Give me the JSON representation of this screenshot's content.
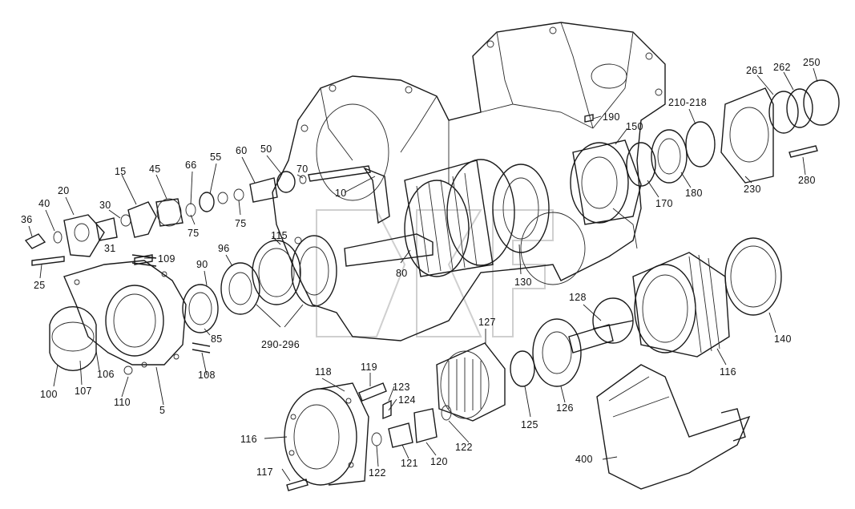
{
  "diagram": {
    "labels": [
      {
        "id": "p36",
        "text": "36"
      },
      {
        "id": "p40",
        "text": "40"
      },
      {
        "id": "p20",
        "text": "20"
      },
      {
        "id": "p30",
        "text": "30"
      },
      {
        "id": "p31",
        "text": "31"
      },
      {
        "id": "p15",
        "text": "15"
      },
      {
        "id": "p45",
        "text": "45"
      },
      {
        "id": "p66",
        "text": "66"
      },
      {
        "id": "p55",
        "text": "55"
      },
      {
        "id": "p60",
        "text": "60"
      },
      {
        "id": "p50",
        "text": "50"
      },
      {
        "id": "p70",
        "text": "70"
      },
      {
        "id": "p10",
        "text": "10"
      },
      {
        "id": "p75a",
        "text": "75"
      },
      {
        "id": "p75b",
        "text": "75"
      },
      {
        "id": "p25",
        "text": "25"
      },
      {
        "id": "p109",
        "text": "109"
      },
      {
        "id": "p90",
        "text": "90"
      },
      {
        "id": "p96",
        "text": "96"
      },
      {
        "id": "p115",
        "text": "115"
      },
      {
        "id": "p80",
        "text": "80"
      },
      {
        "id": "p130",
        "text": "130"
      },
      {
        "id": "p190",
        "text": "190"
      },
      {
        "id": "p150",
        "text": "150"
      },
      {
        "id": "p170",
        "text": "170"
      },
      {
        "id": "p180",
        "text": "180"
      },
      {
        "id": "p210",
        "text": "210-218"
      },
      {
        "id": "p261",
        "text": "261"
      },
      {
        "id": "p262",
        "text": "262"
      },
      {
        "id": "p250",
        "text": "250"
      },
      {
        "id": "p280",
        "text": "280"
      },
      {
        "id": "p230",
        "text": "230"
      },
      {
        "id": "p85",
        "text": "85"
      },
      {
        "id": "p290",
        "text": "290-296"
      },
      {
        "id": "p100",
        "text": "100"
      },
      {
        "id": "p107",
        "text": "107"
      },
      {
        "id": "p106",
        "text": "106"
      },
      {
        "id": "p110",
        "text": "110"
      },
      {
        "id": "p5",
        "text": "5"
      },
      {
        "id": "p108",
        "text": "108"
      },
      {
        "id": "p127",
        "text": "127"
      },
      {
        "id": "p128",
        "text": "128"
      },
      {
        "id": "p140",
        "text": "140"
      },
      {
        "id": "p116a",
        "text": "116"
      },
      {
        "id": "p125",
        "text": "125"
      },
      {
        "id": "p126",
        "text": "126"
      },
      {
        "id": "p118",
        "text": "118"
      },
      {
        "id": "p119",
        "text": "119"
      },
      {
        "id": "p123",
        "text": "123"
      },
      {
        "id": "p124",
        "text": "124"
      },
      {
        "id": "p116b",
        "text": "116"
      },
      {
        "id": "p117",
        "text": "117"
      },
      {
        "id": "p122a",
        "text": "122"
      },
      {
        "id": "p121",
        "text": "121"
      },
      {
        "id": "p120",
        "text": "120"
      },
      {
        "id": "p122b",
        "text": "122"
      },
      {
        "id": "p400",
        "text": "400"
      }
    ]
  }
}
